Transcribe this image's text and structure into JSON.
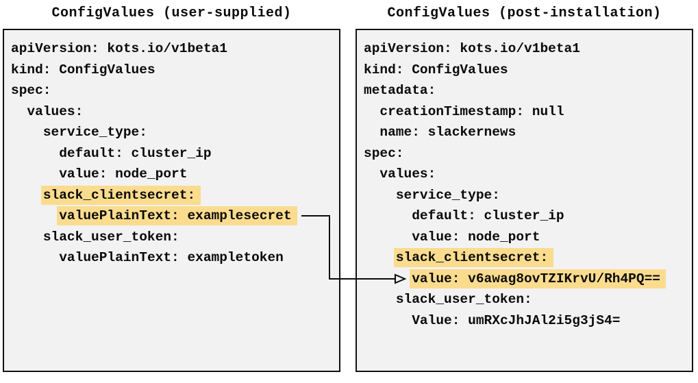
{
  "colors": {
    "highlight": "#fbdc8f",
    "panel_bg": "#f2f2f2",
    "panel_border": "#121212",
    "text": "#0a0a0a"
  },
  "left_panel": {
    "title": "ConfigValues (user-supplied)",
    "lines": [
      {
        "indent": "",
        "text": "apiVersion: kots.io/v1beta1",
        "highlight": false
      },
      {
        "indent": "",
        "text": "kind: ConfigValues",
        "highlight": false
      },
      {
        "indent": "",
        "text": "spec:",
        "highlight": false
      },
      {
        "indent": "  ",
        "text": "values:",
        "highlight": false
      },
      {
        "indent": "    ",
        "text": "service_type:",
        "highlight": false
      },
      {
        "indent": "      ",
        "text": "default: cluster_ip",
        "highlight": false
      },
      {
        "indent": "      ",
        "text": "value: node_port",
        "highlight": false
      },
      {
        "indent": "    ",
        "text": "slack_clientsecret:",
        "highlight": true
      },
      {
        "indent": "      ",
        "text": "valuePlainText: examplesecret",
        "highlight": true
      },
      {
        "indent": "    ",
        "text": "slack_user_token:",
        "highlight": false
      },
      {
        "indent": "      ",
        "text": "valuePlainText: exampletoken",
        "highlight": false
      }
    ]
  },
  "right_panel": {
    "title": "ConfigValues (post-installation)",
    "lines": [
      {
        "indent": "",
        "text": "apiVersion: kots.io/v1beta1",
        "highlight": false
      },
      {
        "indent": "",
        "text": "kind: ConfigValues",
        "highlight": false
      },
      {
        "indent": "",
        "text": "metadata:",
        "highlight": false
      },
      {
        "indent": "  ",
        "text": "creationTimestamp: null",
        "highlight": false
      },
      {
        "indent": "  ",
        "text": "name: slackernews",
        "highlight": false
      },
      {
        "indent": "",
        "text": "spec:",
        "highlight": false
      },
      {
        "indent": "  ",
        "text": "values:",
        "highlight": false
      },
      {
        "indent": "    ",
        "text": "service_type:",
        "highlight": false
      },
      {
        "indent": "      ",
        "text": "default: cluster_ip",
        "highlight": false
      },
      {
        "indent": "      ",
        "text": "value: node_port",
        "highlight": false
      },
      {
        "indent": "    ",
        "text": "slack_clientsecret:",
        "highlight": true
      },
      {
        "indent": "      ",
        "text": "value: v6awag8ovTZIKrvU/Rh4PQ==",
        "highlight": true
      },
      {
        "indent": "    ",
        "text": "slack_user_token:",
        "highlight": false
      },
      {
        "indent": "      ",
        "text": "Value: umRXcJhJAl2i5g3jS4=",
        "highlight": false
      }
    ]
  },
  "arrow": {
    "from": "valuePlainText: examplesecret",
    "to": "value: v6awag8ovTZIKrvU/Rh4PQ=="
  }
}
